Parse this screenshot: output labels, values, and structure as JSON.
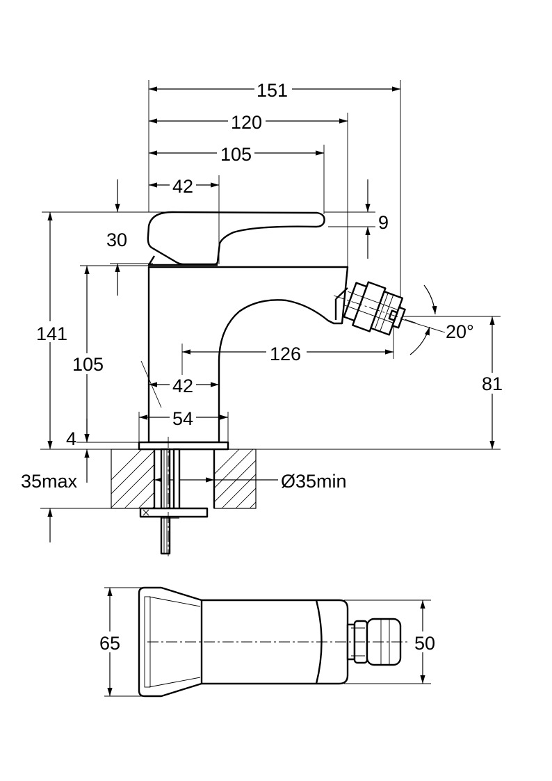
{
  "side_view": {
    "dim_151": "151",
    "dim_120": "120",
    "dim_105_top": "105",
    "dim_42_top": "42",
    "dim_9": "9",
    "dim_30": "30",
    "dim_141": "141",
    "dim_105_left": "105",
    "dim_126": "126",
    "dim_20deg": "20°",
    "dim_42_mid": "42",
    "dim_81": "81",
    "dim_54": "54",
    "dim_4": "4",
    "dim_35max": "35max",
    "dim_35min": "Ø35min"
  },
  "top_view": {
    "dim_65": "65",
    "dim_50": "50"
  }
}
